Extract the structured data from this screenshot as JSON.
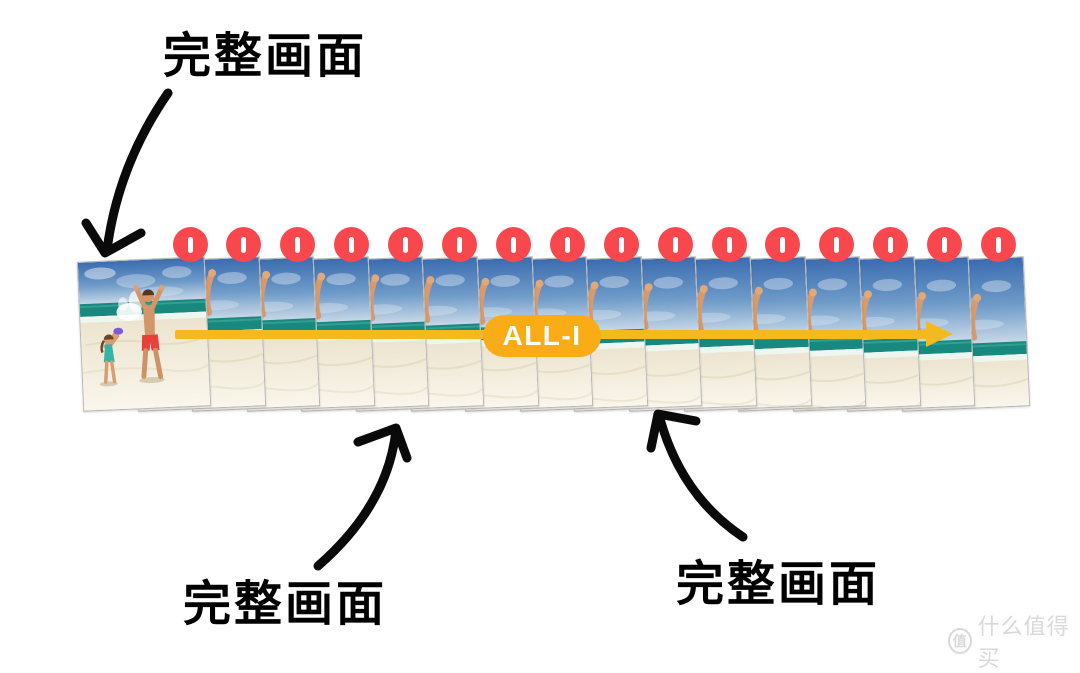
{
  "labels": {
    "top": "完整画面",
    "bottom_left": "完整画面",
    "bottom_right": "完整画面"
  },
  "timeline": {
    "label": "ALL-I"
  },
  "frames": {
    "count": 16,
    "badge_letter": "I"
  },
  "watermark": {
    "badge": "值",
    "text": "什么值得买"
  },
  "colors": {
    "badge_red": "#f9484d",
    "arrow_yellow": "#f2ba1e",
    "pill_orange": "#faac17",
    "label_black": "#000000",
    "watermark_gray": "#d9d9d9"
  }
}
